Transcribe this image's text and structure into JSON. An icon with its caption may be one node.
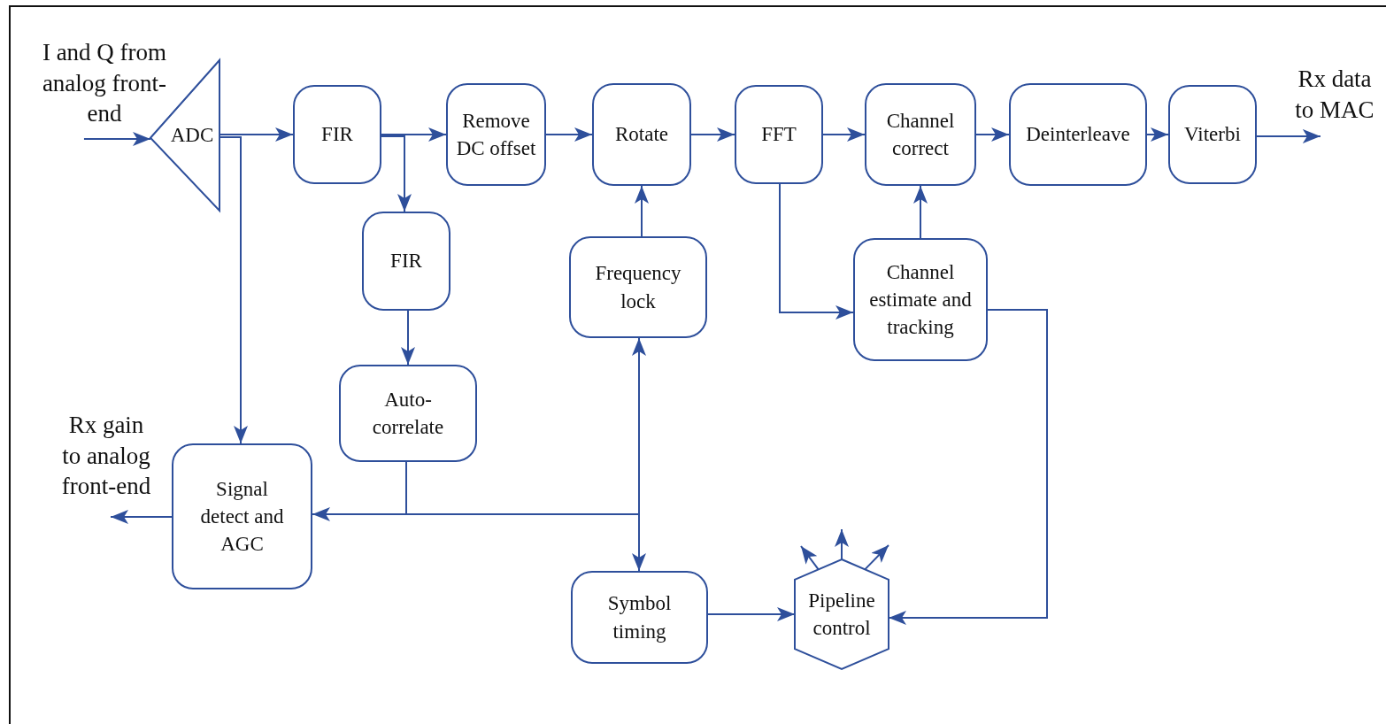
{
  "diagram": {
    "nodes": [
      {
        "text": [
          "ADC"
        ]
      },
      {
        "text": [
          "FIR"
        ]
      },
      {
        "text": [
          "Remove DC offset"
        ]
      },
      {
        "text": [
          "Rotate"
        ]
      },
      {
        "text": [
          "FFT"
        ]
      },
      {
        "text": [
          "Channel correct"
        ]
      },
      {
        "text": [
          "Deinterleave"
        ]
      },
      {
        "text": [
          "Viterbi"
        ]
      },
      {
        "text": [
          "FIR"
        ]
      },
      {
        "text": [
          "Frequency lock"
        ]
      },
      {
        "text": [
          "Channel estimate and tracking"
        ]
      },
      {
        "text": [
          "Auto- correlate"
        ]
      },
      {
        "text": [
          "Signal detect and AGC"
        ]
      },
      {
        "text": [
          "Symbol timing"
        ]
      },
      {
        "text": [
          "Pipeline control"
        ]
      },
      {
        "text": [
          "I and Q from analog front-end"
        ]
      },
      {
        "text": [
          "Rx data to MAC"
        ]
      },
      {
        "text": [
          "Rx gain to analog front-end"
        ]
      }
    ],
    "edges": [
      {
        "from": 15,
        "to": 0,
        "arrow": "to"
      },
      {
        "from": 0,
        "to": 1,
        "arrow": "to"
      },
      {
        "from": 0,
        "to": 12,
        "arrow": "to"
      },
      {
        "from": 1,
        "to": 2,
        "arrow": "to"
      },
      {
        "from": 1,
        "to": 8,
        "arrow": "to"
      },
      {
        "from": 2,
        "to": 3,
        "arrow": "to"
      },
      {
        "from": 3,
        "to": 4,
        "arrow": "to"
      },
      {
        "from": 4,
        "to": 5,
        "arrow": "to"
      },
      {
        "from": 5,
        "to": 6,
        "arrow": "to"
      },
      {
        "from": 6,
        "to": 7,
        "arrow": "to"
      },
      {
        "from": 7,
        "to": 16,
        "arrow": "to"
      },
      {
        "from": 9,
        "to": 3,
        "arrow": "to"
      },
      {
        "from": 4,
        "to": 10,
        "arrow": "to"
      },
      {
        "from": 10,
        "to": 5,
        "arrow": "to"
      },
      {
        "from": 8,
        "to": 11,
        "arrow": "to"
      },
      {
        "from": 11,
        "to": 12,
        "arrow": "to"
      },
      {
        "from": 11,
        "to": 9,
        "arrow": "to"
      },
      {
        "from": 11,
        "to": 13,
        "arrow": "to"
      },
      {
        "from": 12,
        "to": 17,
        "arrow": "to"
      },
      {
        "from": 13,
        "to": 14,
        "arrow": "to"
      },
      {
        "from": 10,
        "to": 14,
        "arrow": "to"
      },
      {
        "from": 14,
        "to": null,
        "arrow": "to"
      },
      {
        "from": 14,
        "to": null,
        "arrow": "to"
      },
      {
        "from": 14,
        "to": null,
        "arrow": "to"
      }
    ]
  }
}
